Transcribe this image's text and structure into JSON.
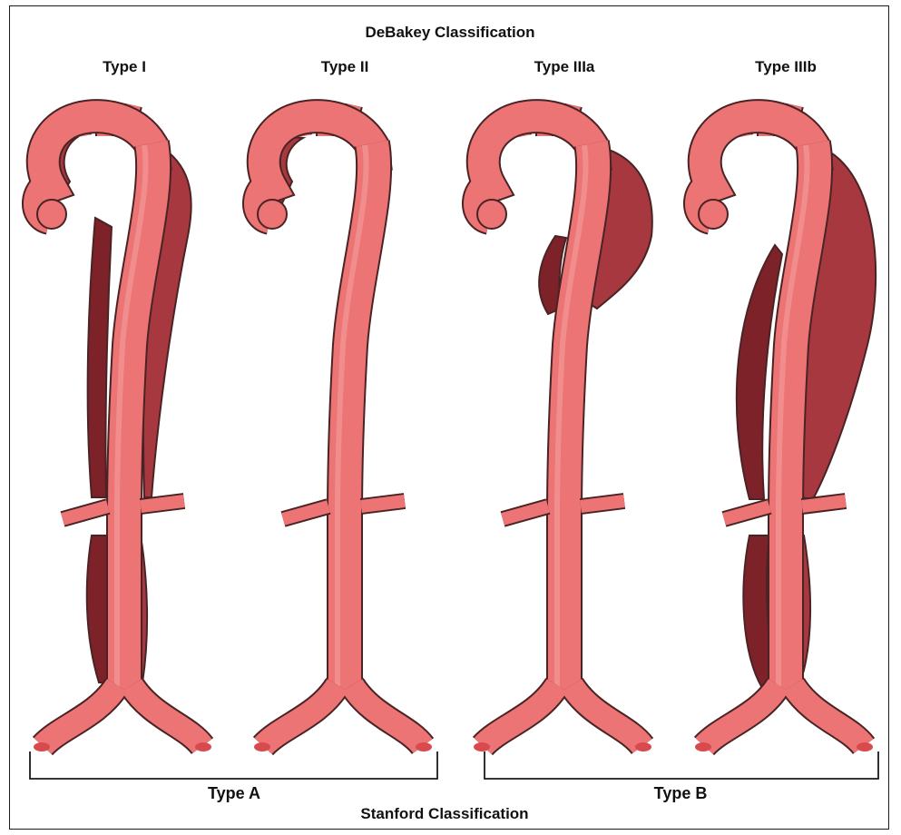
{
  "top_title": "DeBakey Classification",
  "bottom_title": "Stanford Classification",
  "panels": [
    {
      "label": "Type I"
    },
    {
      "label": "Type II"
    },
    {
      "label": "Type IIIa"
    },
    {
      "label": "Type IIIb"
    }
  ],
  "groups": [
    {
      "label": "Type A"
    },
    {
      "label": "Type B"
    }
  ],
  "colors": {
    "vessel": "#ec7474",
    "vessel_edge": "#c94f52",
    "vessel_outline": "#4a2325",
    "false_lumen": "#a8383f",
    "false_lumen_dark": "#7e2229",
    "bracket": "#1a1a1a"
  }
}
